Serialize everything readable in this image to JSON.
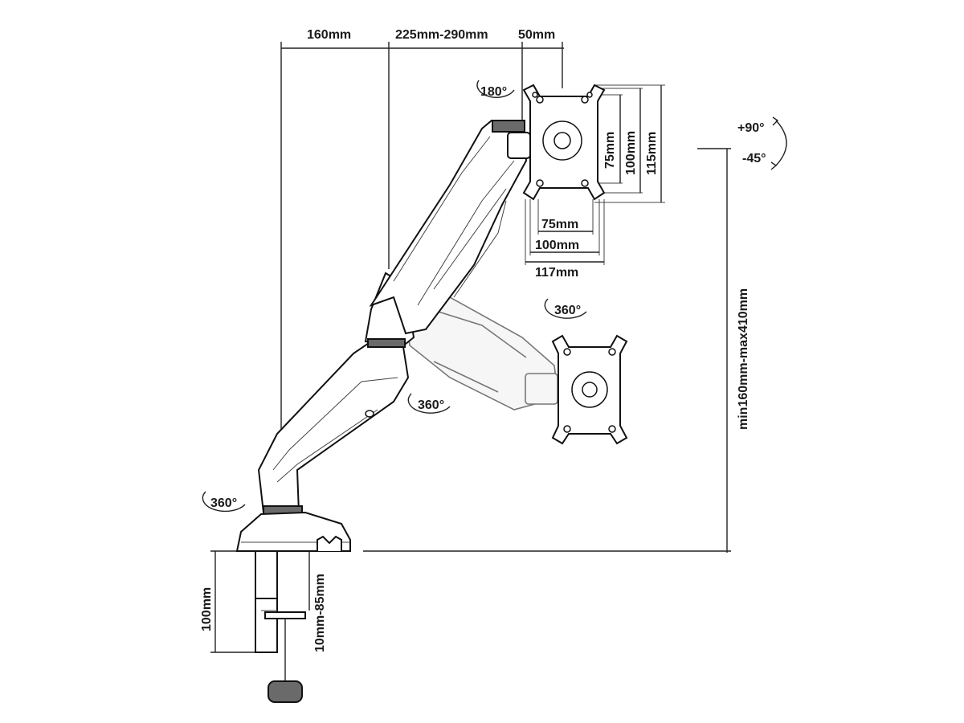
{
  "dimensions": {
    "arm_base_offset": "160mm",
    "arm_reach": "225mm-290mm",
    "tilt_offset": "50mm",
    "vesa_75_h": "75mm",
    "vesa_100_h": "100mm",
    "plate_height": "115mm",
    "vesa_75_w": "75mm",
    "vesa_100_w": "100mm",
    "plate_width": "117mm",
    "height_range": "min160mm-max410mm",
    "clamp_height": "100mm",
    "desk_thickness": "10mm-85mm"
  },
  "rotations": {
    "tilt_up": "+90°",
    "tilt_down": "-45°",
    "plate_rotation": "180°",
    "swivel_head": "360°",
    "swivel_elbow": "360°",
    "swivel_base": "360°"
  },
  "colors": {
    "line": "#222222",
    "fill_dark": "#6a6a6a",
    "background": "#ffffff"
  }
}
